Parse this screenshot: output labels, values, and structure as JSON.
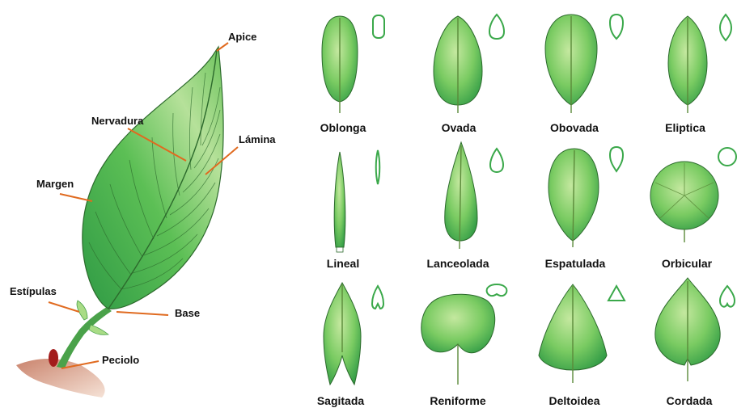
{
  "anatomy": {
    "labels": {
      "apex": "Apice",
      "nervadura": "Nervadura",
      "lamina": "Lámina",
      "margen": "Margen",
      "estipulas": "Estípulas",
      "base": "Base",
      "peciolo": "Peciolo"
    },
    "leader_color": "#e06a1f"
  },
  "shapes": [
    {
      "name": "Oblonga",
      "icon": "oblong-outline-icon"
    },
    {
      "name": "Ovada",
      "icon": "ovate-outline-icon"
    },
    {
      "name": "Obovada",
      "icon": "obovate-outline-icon"
    },
    {
      "name": "Eliptica",
      "icon": "elliptic-outline-icon"
    },
    {
      "name": "Lineal",
      "icon": "linear-outline-icon"
    },
    {
      "name": "Lanceolada",
      "icon": "lanceolate-outline-icon"
    },
    {
      "name": "Espatulada",
      "icon": "spatulate-outline-icon"
    },
    {
      "name": "Orbicular",
      "icon": "orbicular-outline-icon"
    },
    {
      "name": "Sagitada",
      "icon": "sagittate-outline-icon"
    },
    {
      "name": "Reniforme",
      "icon": "reniform-outline-icon"
    },
    {
      "name": "Deltoidea",
      "icon": "deltoid-outline-icon"
    },
    {
      "name": "Cordada",
      "icon": "cordate-outline-icon"
    }
  ],
  "colors": {
    "leaf_light": "#a9dc86",
    "leaf_mid": "#5cbf55",
    "leaf_dark": "#2f9a45",
    "icon_stroke": "#3aa84a",
    "stem": "#4aa24a",
    "branch": "#e6b8a0",
    "bud": "#a31c1c"
  }
}
